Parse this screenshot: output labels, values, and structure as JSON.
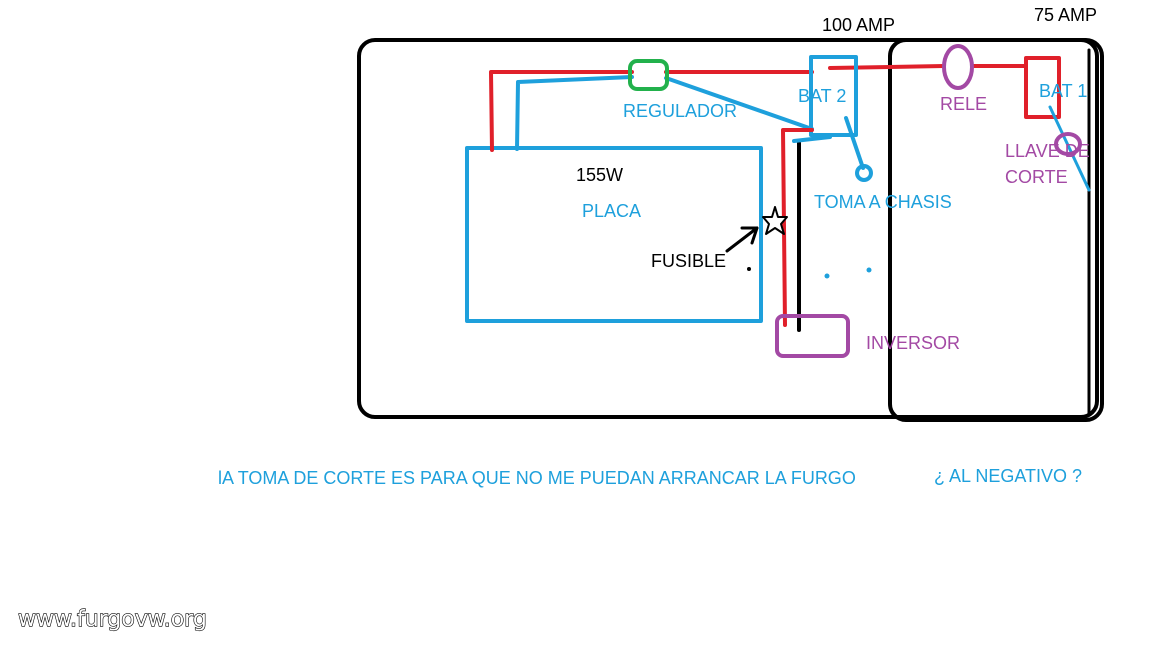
{
  "colors": {
    "red": "#e0202a",
    "blue": "#1ea0dc",
    "black": "#000000",
    "green": "#22b14c",
    "purple": "#a349a4"
  },
  "labels": {
    "bat2_amp": "100 AMP",
    "bat1_amp": "75 AMP",
    "regulador": "REGULADOR",
    "bat2": "BAT 2",
    "rele": "RELE",
    "bat1": "BAT 1",
    "llave_de": "LLAVE DE",
    "corte": "CORTE",
    "panel_watts": "155W",
    "placa": "PLACA",
    "toma_chasis": "TOMA A CHASIS",
    "fusible": "FUSIBLE",
    "inversor": "INVERSOR"
  },
  "notes": {
    "main": "lA TOMA DE CORTE ES PARA QUE NO ME PUEDAN ARRANCAR LA FURGO",
    "question": "¿ AL NEGATIVO ?"
  },
  "watermark": "www.furgovw.org"
}
